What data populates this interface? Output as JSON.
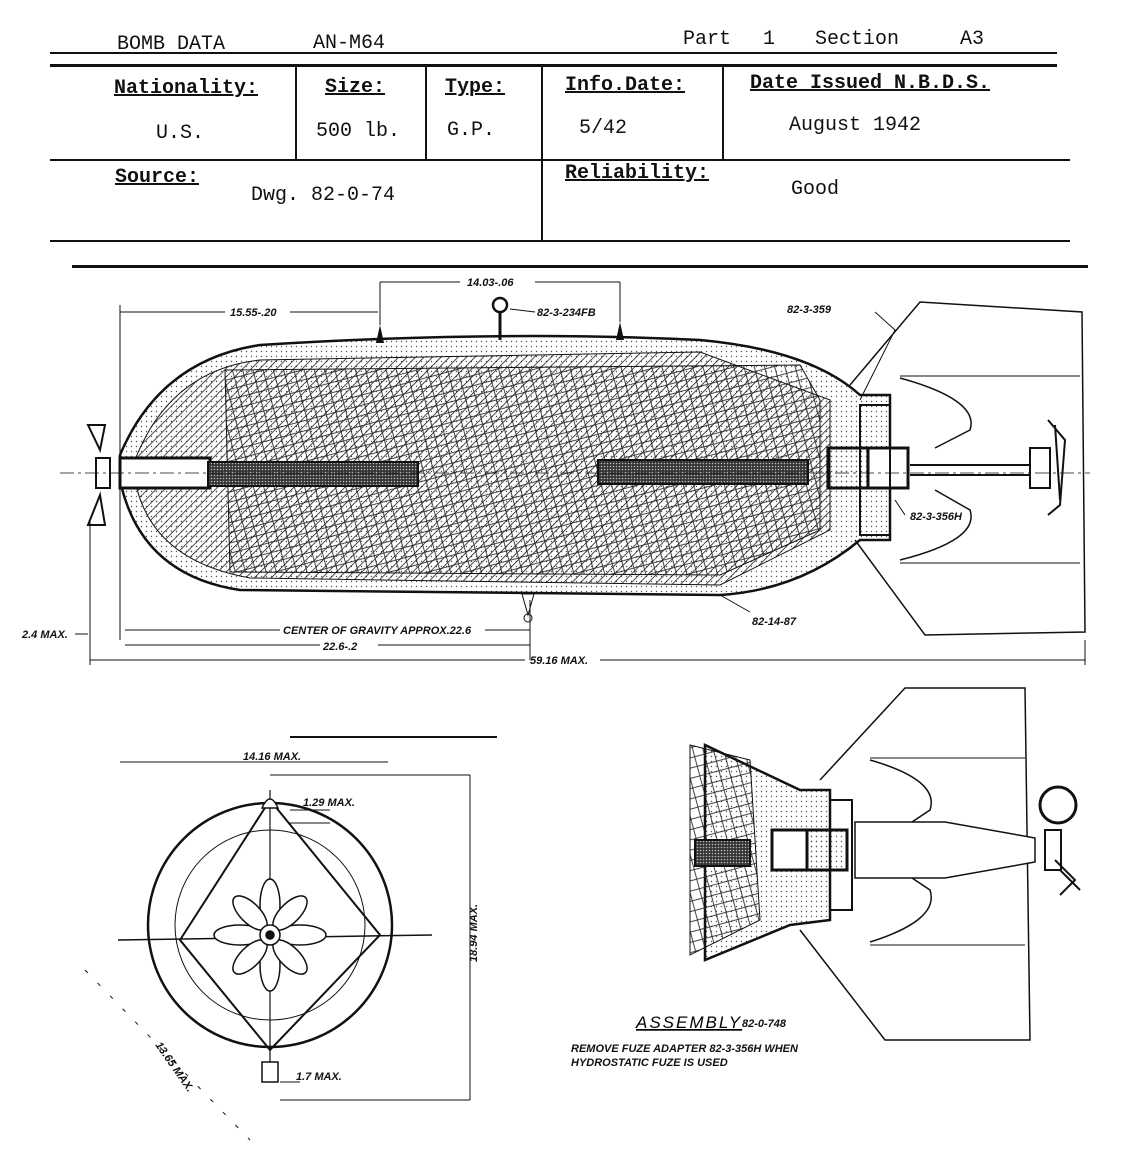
{
  "header": {
    "doc_title": "BOMB DATA",
    "bomb_model": "AN-M64",
    "part_label": "Part",
    "part_number": "1",
    "section_label": "Section",
    "section_number": "A3"
  },
  "table": {
    "nationality_label": "Nationality:",
    "nationality_value": "U.S.",
    "size_label": "Size:",
    "size_value": "500 lb.",
    "type_label": "Type:",
    "type_value": "G.P.",
    "info_date_label": "Info.Date:",
    "info_date_value": "5/42",
    "date_issued_label": "Date Issued N.B.D.S.",
    "date_issued_value": "August 1942",
    "source_label": "Source:",
    "source_value": "Dwg. 82-0-74",
    "reliability_label": "Reliability:",
    "reliability_value": "Good"
  },
  "side_view": {
    "dim_suspension_spacing": "14.03-.06",
    "dim_nose_to_lug": "15.55-.20",
    "part_suspension_lug": "82-3-234FB",
    "part_tail_fin": "82-3-359",
    "part_fuze_adapter": "82-3-356H",
    "part_body": "82-14-87",
    "center_of_gravity": "CENTER OF GRAVITY APPROX.22.6",
    "dim_cg": "22.6-.2",
    "dim_nose_fuze": "2.4 MAX.",
    "dim_overall_length": "59.16 MAX."
  },
  "end_view": {
    "dim_width": "14.16 MAX.",
    "dim_lug_height": "1.29 MAX.",
    "dim_height": "18.94 MAX.",
    "dim_diameter": "13.65 MAX.",
    "dim_lower_lug": "1.7 MAX."
  },
  "assembly": {
    "title": "ASSEMBLY",
    "drawing_number": "82-0-748",
    "note_line1": "REMOVE FUZE ADAPTER 82-3-356H WHEN",
    "note_line2": "HYDROSTATIC FUZE IS USED"
  }
}
